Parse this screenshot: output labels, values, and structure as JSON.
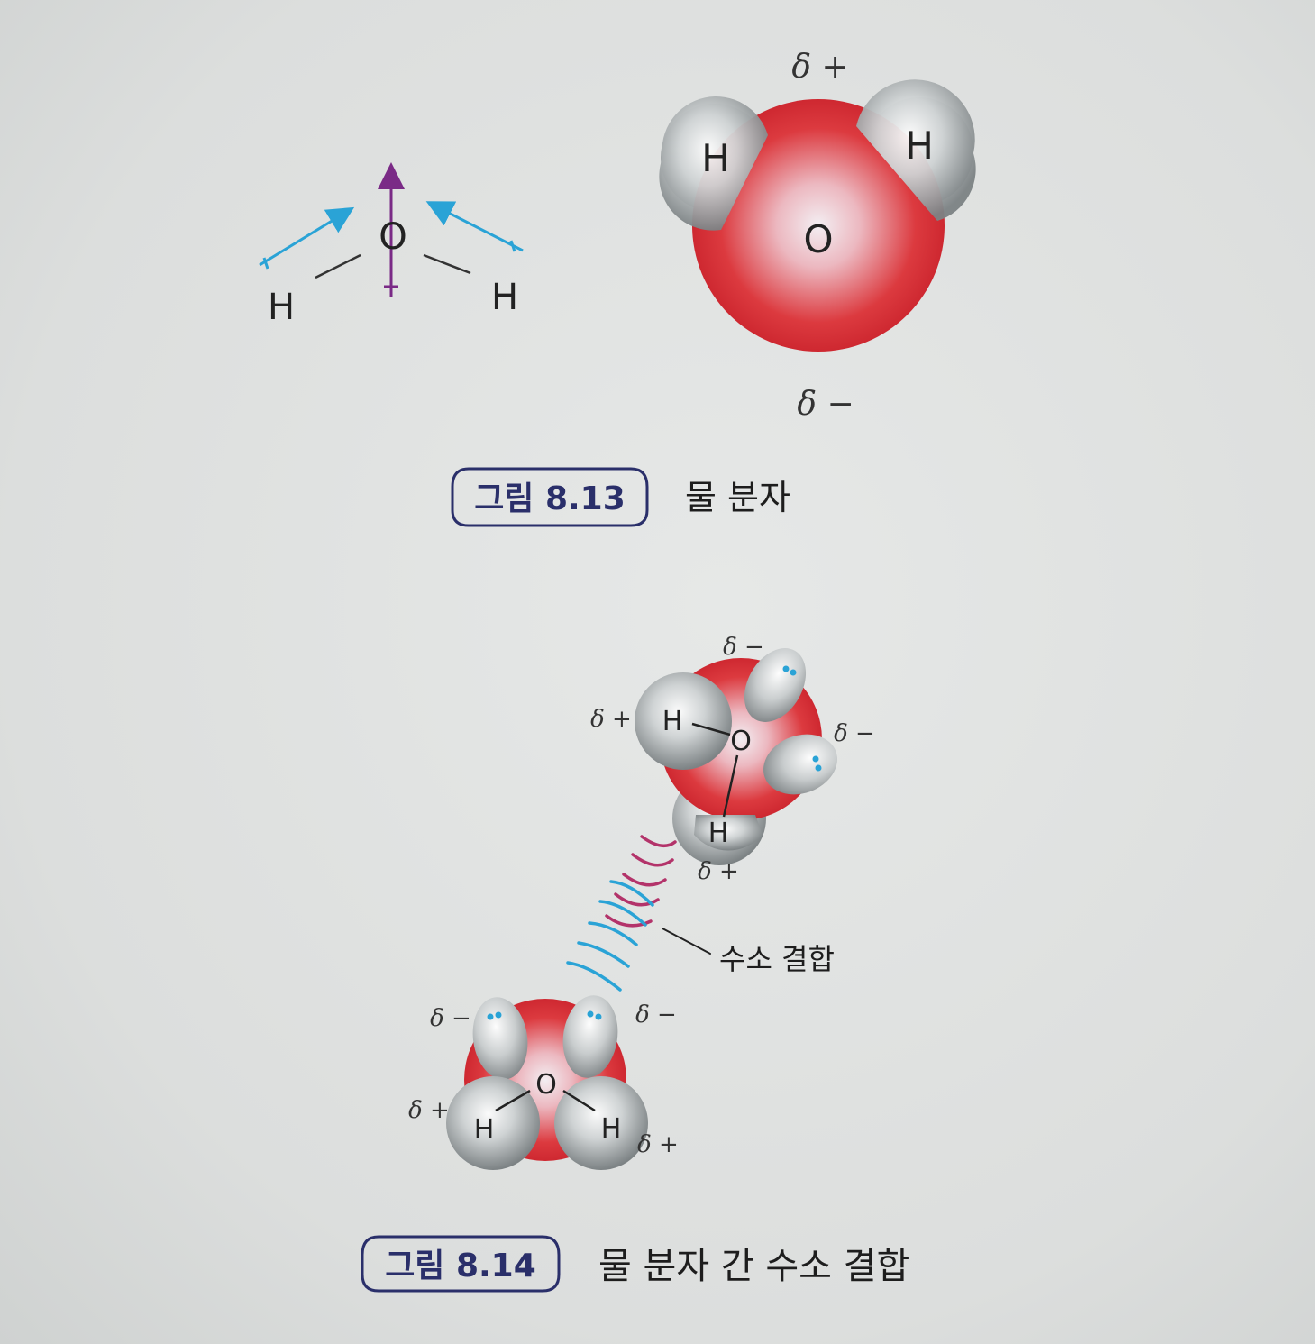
{
  "figure_8_13": {
    "badge": "그림 8.13",
    "caption": "물 분자",
    "dipole_diagram": {
      "atom_o": "O",
      "atom_h_left": "H",
      "atom_h_right": "H"
    },
    "space_filling": {
      "atom_o": "O",
      "atom_h_left": "H",
      "atom_h_right": "H",
      "delta_top": "δ +",
      "delta_bottom": "δ −"
    }
  },
  "figure_8_14": {
    "badge": "그림 8.14",
    "caption": "물 분자 간 수소 결합",
    "hydrogen_bond_label": "수소 결합",
    "upper_molecule": {
      "atom_o": "O",
      "atom_h_left": "H",
      "atom_h_bottom": "H",
      "delta_top": "δ −",
      "delta_left": "δ +",
      "delta_right": "δ −",
      "delta_bottom": "δ +"
    },
    "lower_molecule": {
      "atom_o": "O",
      "atom_h_left": "H",
      "atom_h_right": "H",
      "delta_top_left": "δ −",
      "delta_top_right": "δ −",
      "delta_left": "δ +",
      "delta_right": "δ +"
    }
  },
  "colors": {
    "oxygen": "#d8262b",
    "hydrogen": "#b7bcbd",
    "bond_dipole": "#2aa3d6",
    "net_dipole": "#7a2a86",
    "badge_text": "#2a2f6a"
  }
}
